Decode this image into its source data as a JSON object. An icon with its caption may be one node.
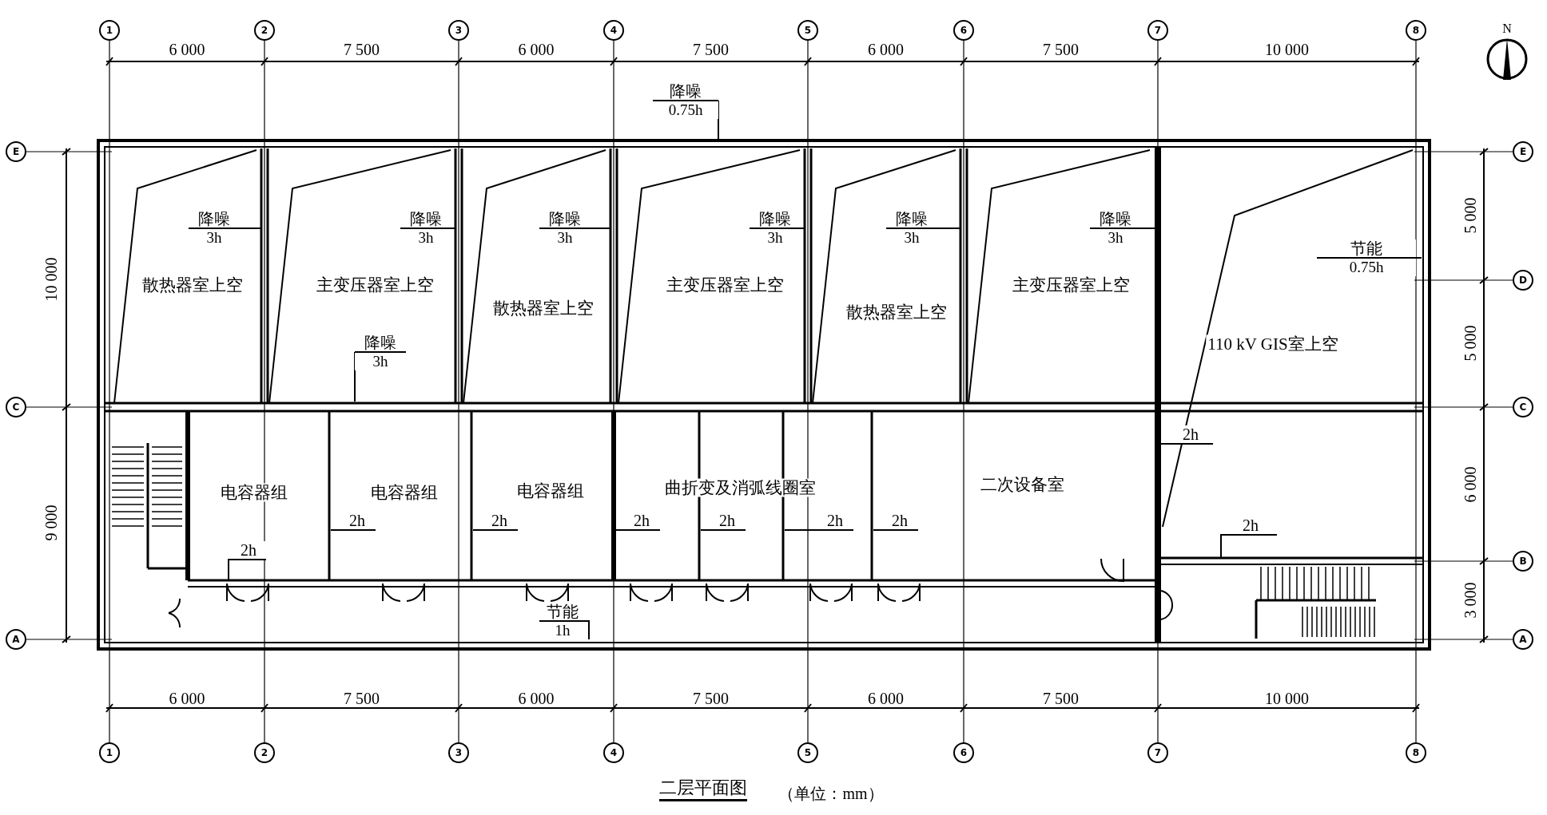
{
  "diagram": {
    "title": "二层平面图",
    "nodes": [
      {
        "text": [
          "1"
        ]
      },
      {
        "text": [
          "2"
        ]
      },
      {
        "text": [
          "3"
        ]
      },
      {
        "text": [
          "4"
        ]
      },
      {
        "text": [
          "5"
        ]
      },
      {
        "text": [
          "6"
        ]
      },
      {
        "text": [
          "7"
        ]
      },
      {
        "text": [
          "8"
        ]
      },
      {
        "text": [
          "E"
        ]
      },
      {
        "text": [
          "E"
        ]
      },
      {
        "text": [
          "散热器室上空"
        ]
      },
      {
        "text": [
          "主变压器室上空"
        ]
      },
      {
        "text": [
          "散热器室上空"
        ]
      },
      {
        "text": [
          "主变压器室上空"
        ]
      },
      {
        "text": [
          "散热器室上空"
        ]
      },
      {
        "text": [
          "主变压器室上空"
        ]
      },
      {
        "text": [
          "110 kV GIS室上空"
        ]
      },
      {
        "text": [
          "D"
        ]
      },
      {
        "text": [
          "C"
        ]
      },
      {
        "text": [
          "C"
        ]
      },
      {
        "text": [
          "电容器组"
        ]
      },
      {
        "text": [
          "电容器组"
        ]
      },
      {
        "text": [
          "电容器组"
        ]
      },
      {
        "text": [
          "曲折变及消弧线圈室"
        ]
      },
      {
        "text": [
          "二次设备室"
        ]
      },
      {
        "text": [
          "B"
        ]
      },
      {
        "text": [
          "A"
        ]
      },
      {
        "text": [
          "A"
        ]
      },
      {
        "text": [
          "1"
        ]
      },
      {
        "text": [
          "2"
        ]
      },
      {
        "text": [
          "3"
        ]
      },
      {
        "text": [
          "4"
        ]
      },
      {
        "text": [
          "5"
        ]
      },
      {
        "text": [
          "6"
        ]
      },
      {
        "text": [
          "7"
        ]
      },
      {
        "text": [
          "8"
        ]
      },
      {
        "text": [
          "降噪",
          "0.75h"
        ]
      },
      {
        "text": [
          "降噪",
          "3h"
        ]
      },
      {
        "text": [
          "降噪",
          "3h"
        ]
      },
      {
        "text": [
          "降噪",
          "3h"
        ]
      },
      {
        "text": [
          "降噪",
          "3h"
        ]
      },
      {
        "text": [
          "降噪",
          "3h"
        ]
      },
      {
        "text": [
          "降噪",
          "3h"
        ]
      },
      {
        "text": [
          "节能",
          "0.75h"
        ]
      },
      {
        "text": [
          "降噪",
          "3h"
        ]
      },
      {
        "text": [
          "2h"
        ]
      },
      {
        "text": [
          "2h"
        ]
      },
      {
        "text": [
          "2h"
        ]
      },
      {
        "text": [
          "2h"
        ]
      },
      {
        "text": [
          "2h"
        ]
      },
      {
        "text": [
          "2h"
        ]
      },
      {
        "text": [
          "2h"
        ]
      },
      {
        "text": [
          "2h"
        ]
      },
      {
        "text": [
          "2h"
        ]
      },
      {
        "text": [
          "节能",
          "1h"
        ]
      }
    ],
    "edges": [
      {
        "from": 36,
        "to": null,
        "arrow": "none"
      },
      {
        "from": 37,
        "to": null,
        "arrow": "none"
      },
      {
        "from": 38,
        "to": null,
        "arrow": "none"
      },
      {
        "from": 39,
        "to": null,
        "arrow": "none"
      },
      {
        "from": 40,
        "to": null,
        "arrow": "none"
      },
      {
        "from": 41,
        "to": null,
        "arrow": "none"
      },
      {
        "from": 42,
        "to": null,
        "arrow": "none"
      },
      {
        "from": 43,
        "to": null,
        "arrow": "none"
      },
      {
        "from": 44,
        "to": null,
        "arrow": "none"
      },
      {
        "from": 45,
        "to": null,
        "arrow": "none"
      },
      {
        "from": 46,
        "to": null,
        "arrow": "none"
      },
      {
        "from": 47,
        "to": null,
        "arrow": "none"
      },
      {
        "from": 48,
        "to": null,
        "arrow": "none"
      },
      {
        "from": 49,
        "to": null,
        "arrow": "none"
      },
      {
        "from": 50,
        "to": null,
        "arrow": "none"
      },
      {
        "from": 51,
        "to": null,
        "arrow": "none"
      },
      {
        "from": 52,
        "to": null,
        "arrow": "none"
      },
      {
        "from": 53,
        "to": null,
        "arrow": "none"
      },
      {
        "from": 54,
        "to": null,
        "arrow": "none"
      }
    ],
    "labels": [
      "6 000",
      "7 500",
      "6 000",
      "7 500",
      "6 000",
      "7 500",
      "10 000",
      "N",
      "10 000",
      "5 000",
      "5 000",
      "9 000",
      "6 000",
      "3 000",
      "6 000",
      "7 500",
      "6 000",
      "7 500",
      "6 000",
      "7 500",
      "10 000",
      "（单位：mm）"
    ]
  }
}
